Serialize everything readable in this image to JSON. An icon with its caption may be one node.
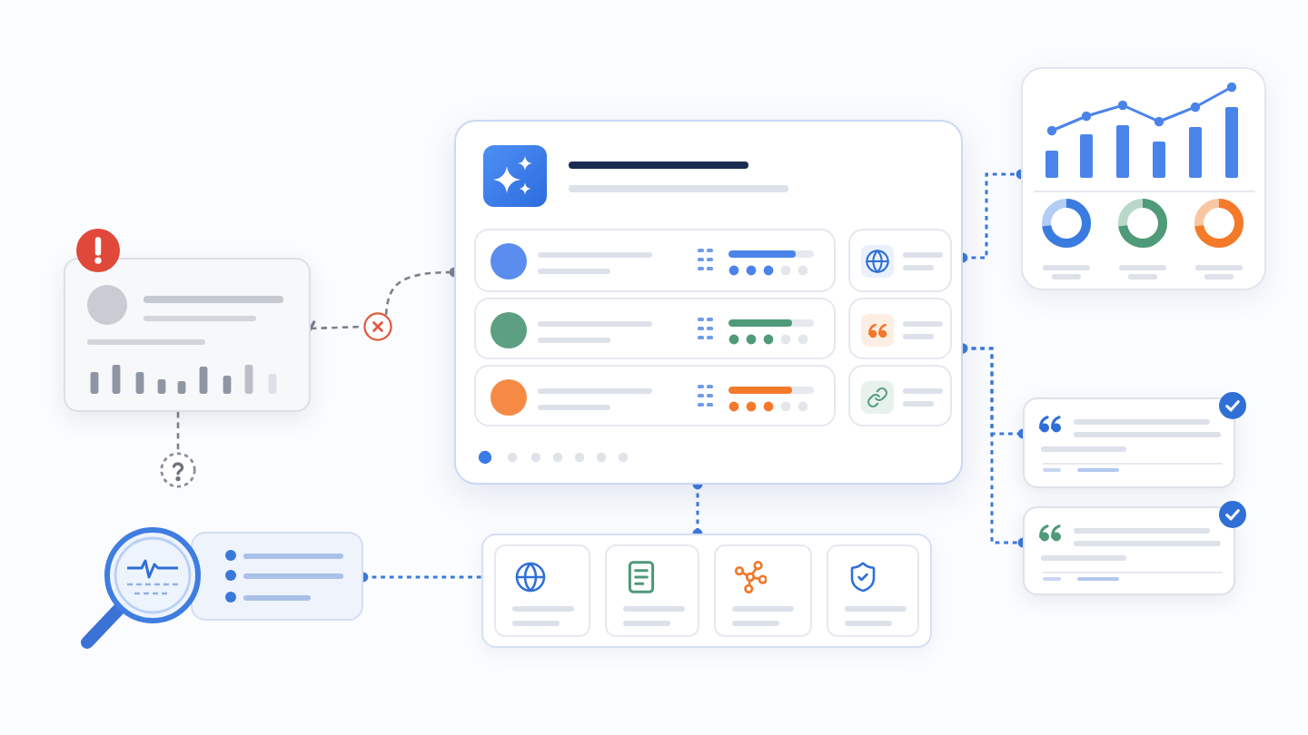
{
  "diagram": {
    "nodes": [
      {
        "text": [],
        "shape": "box"
      },
      {
        "text": [],
        "shape": "box",
        "in": 0
      },
      {
        "text": [],
        "shape": "box",
        "in": 0
      },
      {
        "text": [],
        "shape": "box",
        "in": 0
      },
      {
        "text": [],
        "shape": "box",
        "in": 0
      },
      {
        "text": [],
        "shape": "box",
        "in": 0
      },
      {
        "text": [],
        "shape": "box",
        "in": 0
      },
      {
        "text": [],
        "shape": "box"
      },
      {
        "text": [],
        "shape": "box"
      },
      {
        "text": [],
        "shape": "circle"
      },
      {
        "text": [],
        "shape": "circle"
      },
      {
        "text": [],
        "shape": "box"
      },
      {
        "text": [],
        "shape": "box"
      },
      {
        "text": [],
        "shape": "box"
      },
      {
        "text": [],
        "shape": "box"
      },
      {
        "text": [],
        "shape": "box",
        "in": 14
      },
      {
        "text": [],
        "shape": "box",
        "in": 14
      },
      {
        "text": [],
        "shape": "box",
        "in": 14
      },
      {
        "text": [],
        "shape": "box",
        "in": 14
      }
    ],
    "edges": [
      {
        "from": 8,
        "to": 9,
        "arrow": "other",
        "style": "dashed",
        "color": "#7b818c"
      },
      {
        "from": 9,
        "to": 0,
        "arrow": "other",
        "style": "dashed",
        "color": "#7b818c"
      },
      {
        "from": 8,
        "to": 10,
        "arrow": "none",
        "style": "dashed",
        "color": "#7b818c"
      },
      {
        "from": 0,
        "to": 7,
        "arrow": "other",
        "style": "dashed"
      },
      {
        "from": 0,
        "to": 11,
        "arrow": "other",
        "style": "dashed"
      },
      {
        "from": 0,
        "to": 12,
        "arrow": "other",
        "style": "dashed"
      },
      {
        "from": 0,
        "to": 14,
        "arrow": "other",
        "style": "dashed"
      },
      {
        "from": 13,
        "to": 14,
        "arrow": "other",
        "style": "dashed"
      }
    ]
  }
}
